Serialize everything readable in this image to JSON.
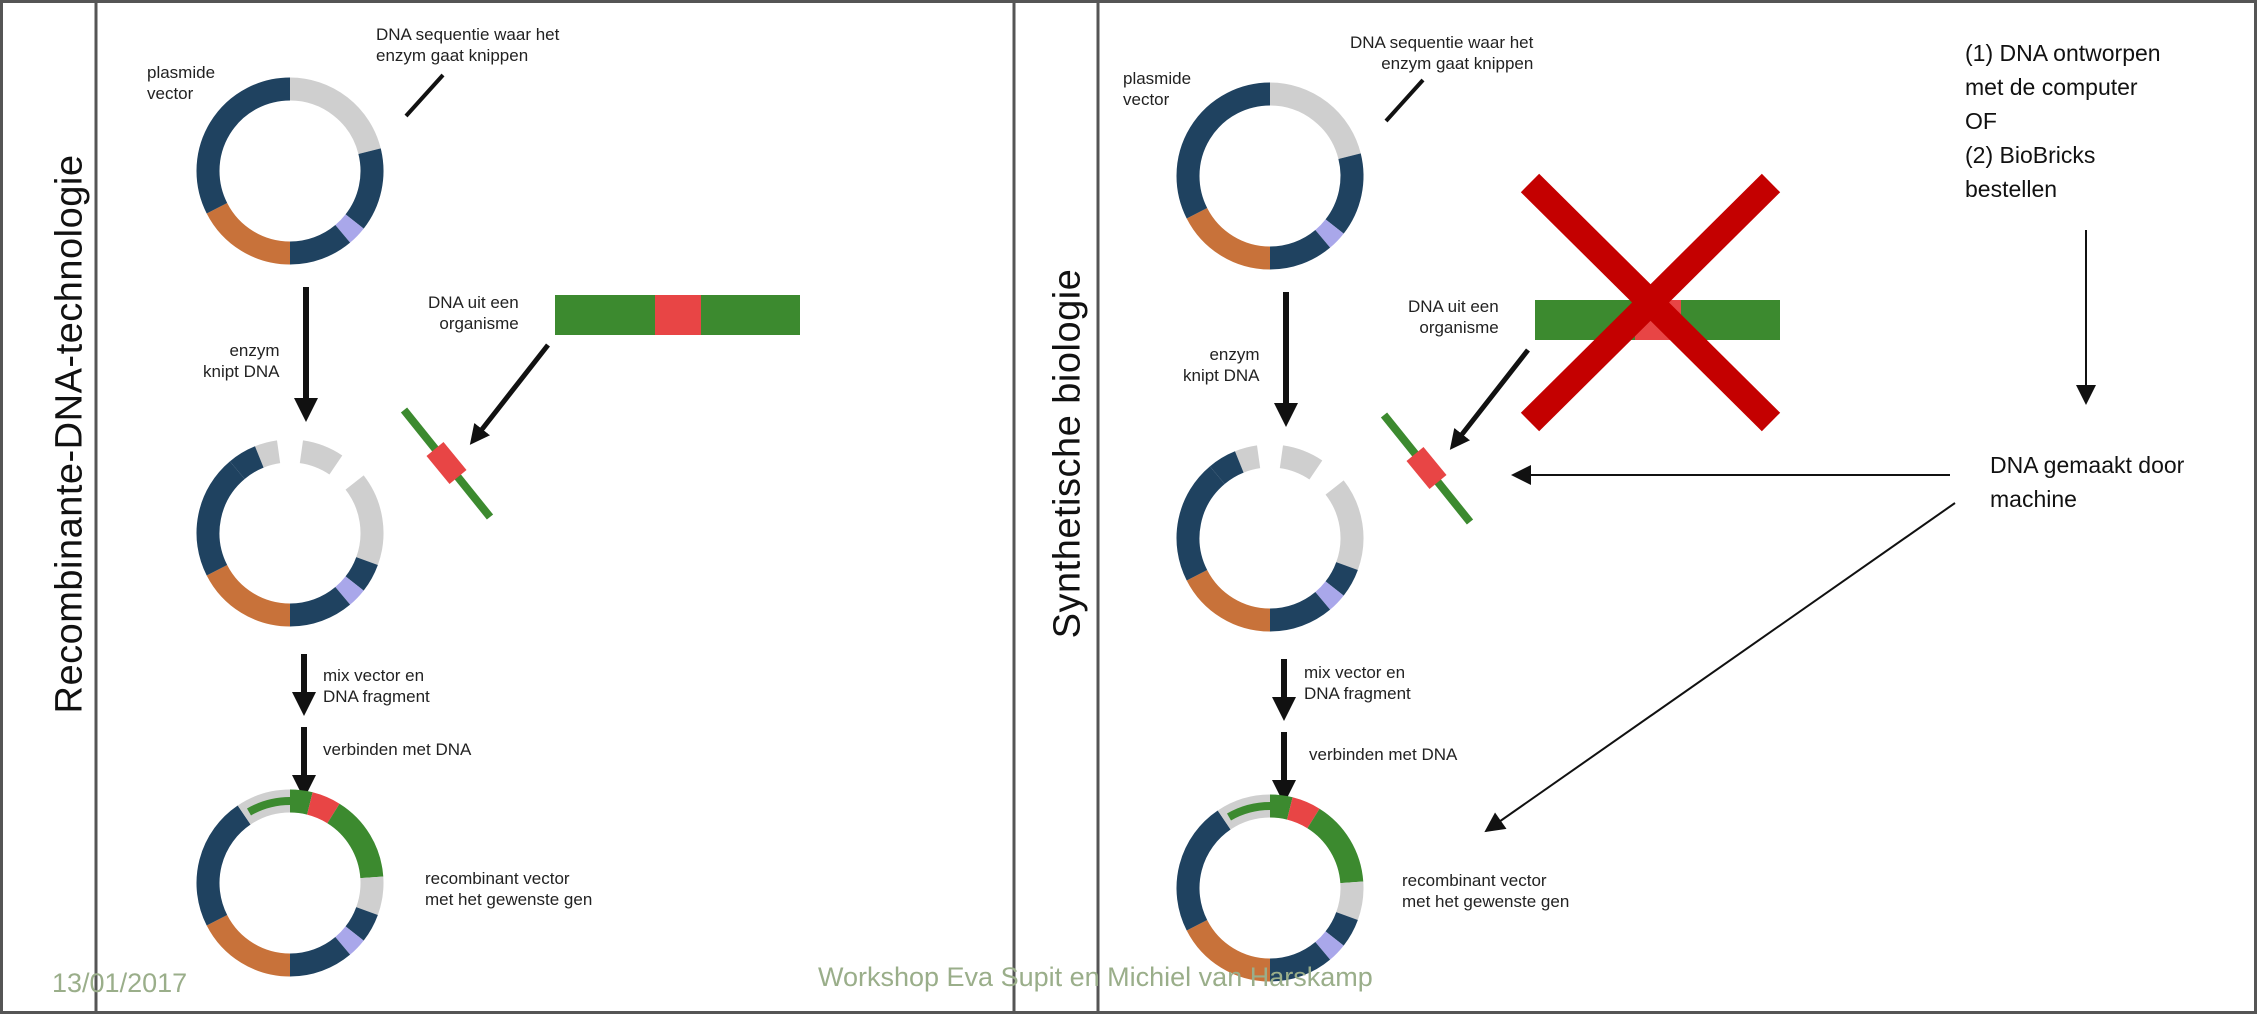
{
  "left_panel": {
    "side_title": "Recombinante-DNA-technologie",
    "labels": {
      "plasmid": "plasmide\nvector",
      "cut_site": "DNA sequentie waar het\nenzym gaat knippen",
      "dna_source": "DNA uit een\norganisme",
      "enzyme": "enzym\nknipt DNA",
      "mix": "mix vector en\nDNA fragment",
      "ligate": "verbinden met DNA",
      "result": "recombinant vector\nmet het gewenste gen"
    }
  },
  "right_panel": {
    "side_title": "Synthetische biologie",
    "labels": {
      "plasmid": "plasmide\nvector",
      "cut_site": "DNA sequentie waar het\nenzym gaat knippen",
      "dna_source": "DNA uit een\norganisme",
      "enzyme": "enzym\nknipt DNA",
      "mix": "mix vector en\nDNA fragment",
      "ligate": "verbinden met DNA",
      "result": "recombinant vector\nmet het gewenste gen"
    },
    "note_top": "(1) DNA ontworpen\nmet de computer\nOF\n(2) BioBricks\nbestellen",
    "note_machine": "DNA gemaakt door\nmachine"
  },
  "footer": {
    "date": "13/01/2017",
    "credit": "Workshop Eva Supit en Michiel van Harskamp"
  },
  "colors": {
    "navy": "#1f4260",
    "grey": "#cfcfcf",
    "orange": "#c8723a",
    "lilac": "#a9a7ea",
    "green": "#3c8a2f",
    "red": "#e84545",
    "cross": "#c40000",
    "footer_text": "#9aae8a"
  }
}
